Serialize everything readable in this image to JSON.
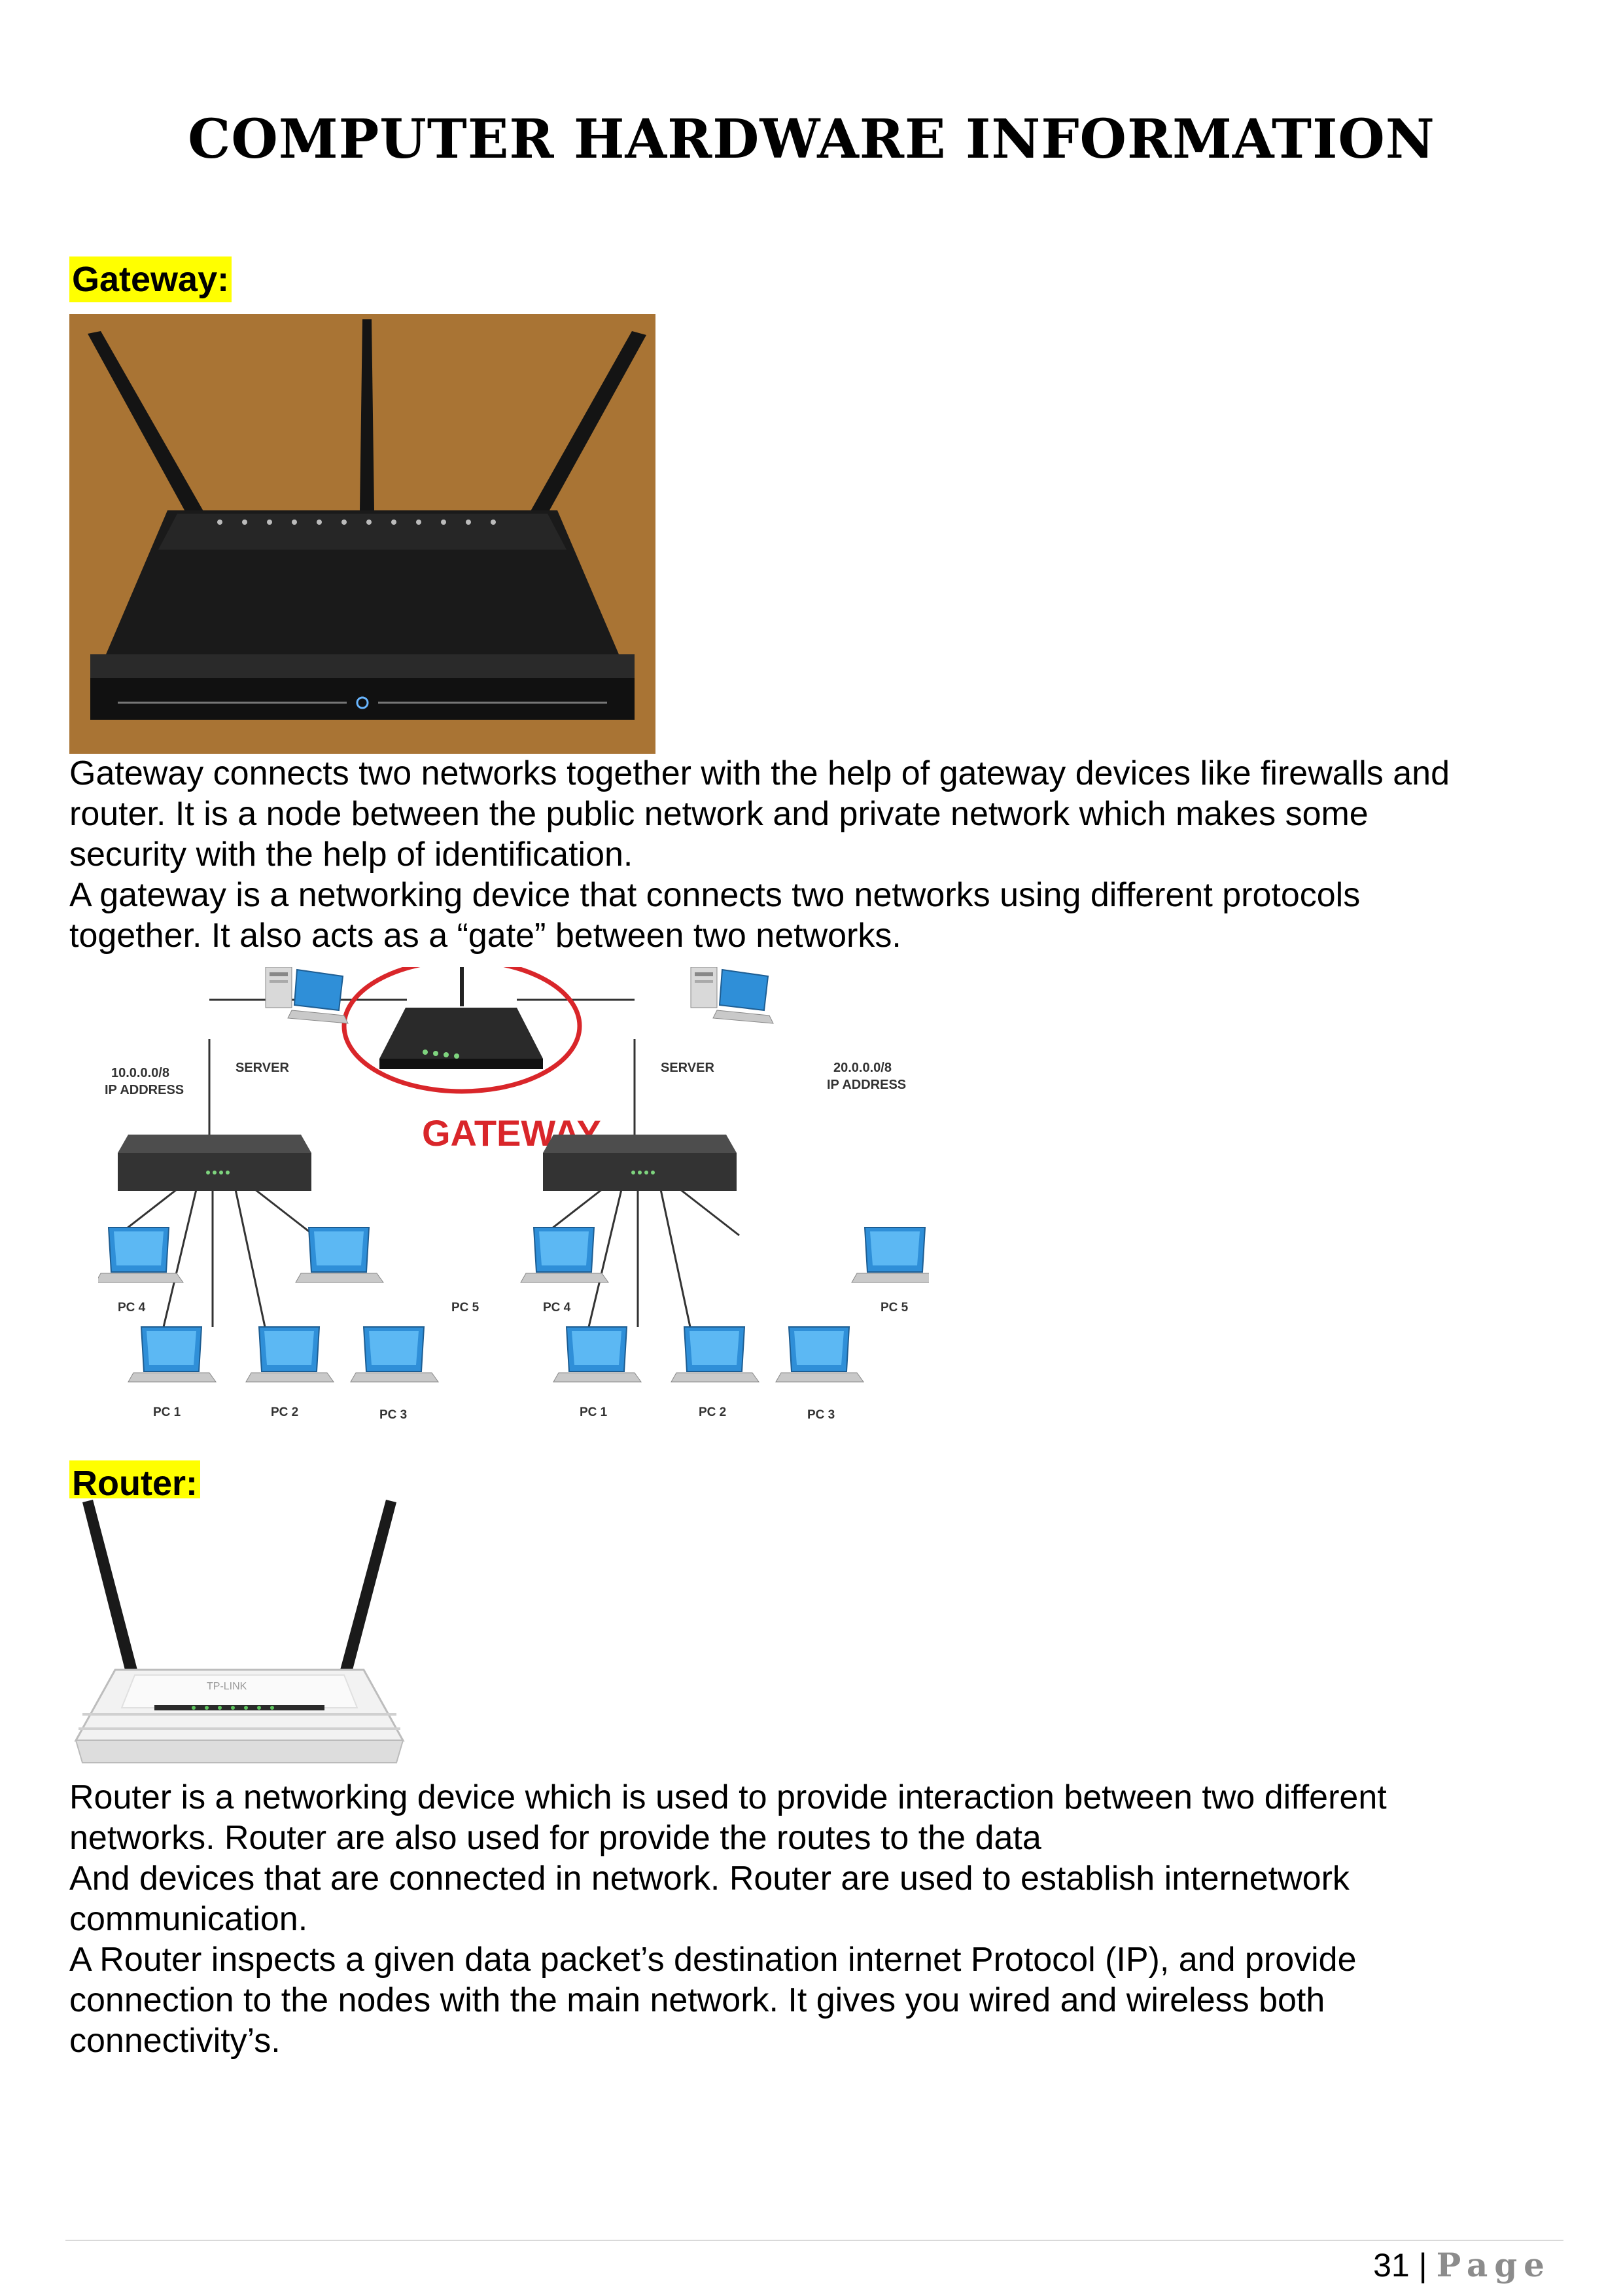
{
  "title": "COMPUTER HARDWARE INFORMATION",
  "sections": {
    "gateway": {
      "heading": "Gateway:",
      "lines": [
        "Gateway connects two networks together with the help of gateway devices like firewalls and",
        "router. It is a node between the public network and private network which makes some",
        "security with the help of identification.",
        "A gateway is a networking device that connects two networks using different protocols",
        "together. It also acts as a “gate” between two networks."
      ],
      "diagram": {
        "center_label": "GATEWAY",
        "left_network": {
          "address": "10.0.0.0/8",
          "address_label": "IP ADDRESS",
          "server_label": "SERVER"
        },
        "right_network": {
          "address": "20.0.0.0/8",
          "address_label": "IP ADDRESS",
          "server_label": "SERVER"
        },
        "left_pcs": [
          "PC 4",
          "PC 1",
          "PC 2",
          "PC 3",
          "PC 5"
        ],
        "right_pcs": [
          "PC 4",
          "PC 1",
          "PC 2",
          "PC 3",
          "PC 5"
        ]
      }
    },
    "router": {
      "heading": "Router:",
      "brand_label": "TP-LINK",
      "lines": [
        "Router is a networking device which is used to provide interaction between two different",
        "networks. Router are also used for provide the routes to the data",
        "And devices that are connected in network. Router are used to establish internetwork",
        "communication.",
        "A Router inspects a given data packet’s destination internet Protocol (IP), and provide",
        "connection to the nodes with the main network. It gives you wired and wireless both",
        "connectivity’s."
      ]
    }
  },
  "footer": {
    "page_number": "31",
    "separator": "|",
    "page_word": "Page"
  },
  "colors": {
    "highlight": "#ffff00",
    "gateway_red": "#d9262a",
    "photo_bg": "#a97434"
  }
}
